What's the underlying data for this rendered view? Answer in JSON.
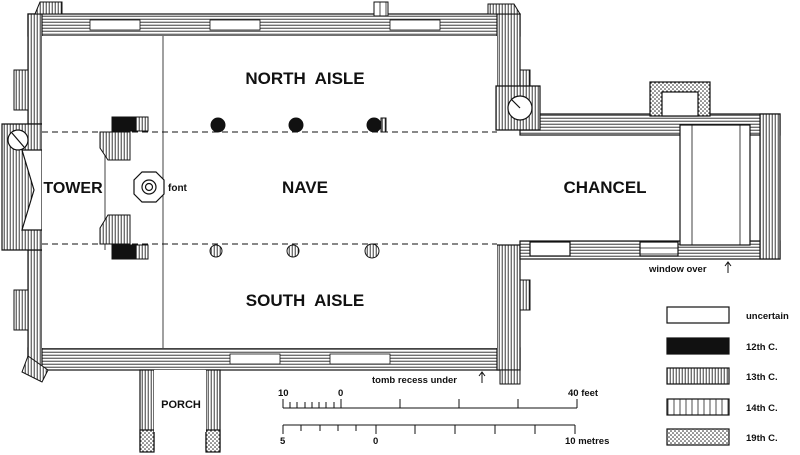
{
  "labels": {
    "north_aisle": "NORTH  AISLE",
    "nave": "NAVE",
    "south_aisle": "SOUTH  AISLE",
    "tower": "TOWER",
    "chancel": "CHANCEL",
    "porch": "PORCH",
    "font": "font"
  },
  "annotations": {
    "window_over": "window over",
    "tomb_recess": "tomb recess under"
  },
  "legend": [
    {
      "label": "uncertain",
      "pattern": "uncertain"
    },
    {
      "label": "12th C.",
      "pattern": "solid"
    },
    {
      "label": "13th C.",
      "pattern": "hatch-fine"
    },
    {
      "label": "14th C.",
      "pattern": "hatch-open"
    },
    {
      "label": "19th C.",
      "pattern": "dots"
    }
  ],
  "scale_feet": {
    "left": "10",
    "zero": "0",
    "right": "40 feet"
  },
  "scale_metres": {
    "left": "5",
    "zero": "0",
    "right": "10 metres"
  },
  "colors": {
    "ink": "#111111",
    "paper": "#ffffff"
  }
}
